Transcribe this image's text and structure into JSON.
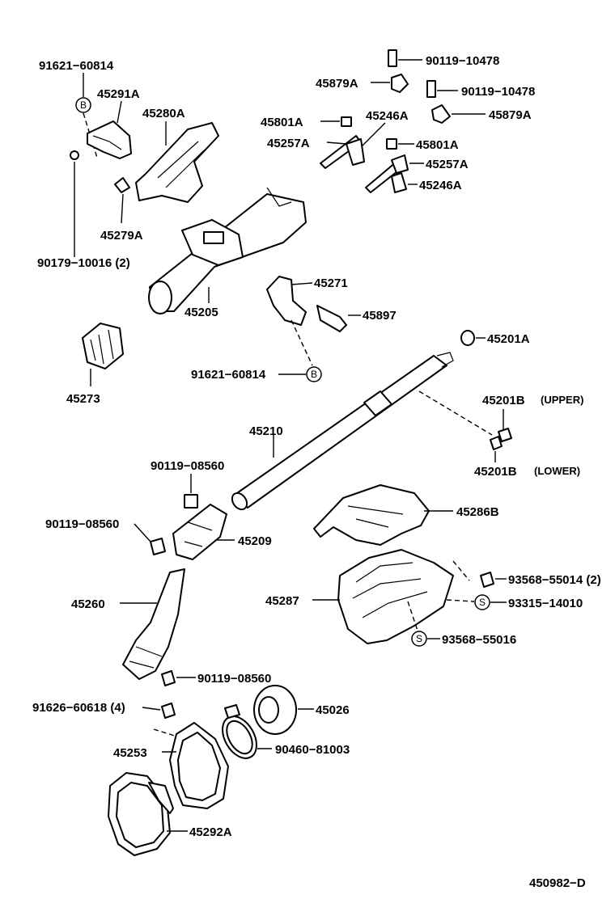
{
  "labels": {
    "l_91621_60814_top": "91621−60814",
    "l_45291A": "45291A",
    "l_45280A": "45280A",
    "l_45279A": "45279A",
    "l_90179_10016": "90179−10016 (2)",
    "l_90119_10478_a": "90119−10478",
    "l_45879A_a": "45879A",
    "l_90119_10478_b": "90119−10478",
    "l_45879A_b": "45879A",
    "l_45801A_a": "45801A",
    "l_45246A_a": "45246A",
    "l_45257A_a": "45257A",
    "l_45801A_b": "45801A",
    "l_45257A_b": "45257A",
    "l_45246A_b": "45246A",
    "l_45271": "45271",
    "l_45897": "45897",
    "l_45205": "45205",
    "l_45273": "45273",
    "l_91621_60814_mid": "91621−60814",
    "l_45201A": "45201A",
    "l_45201B_upper": "45201B",
    "l_upper": "(UPPER)",
    "l_45201B_lower": "45201B",
    "l_lower": "(LOWER)",
    "l_45210": "45210",
    "l_90119_08560_a": "90119−08560",
    "l_90119_08560_b": "90119−08560",
    "l_45209": "45209",
    "l_45286B": "45286B",
    "l_93568_55014": "93568−55014 (2)",
    "l_45287": "45287",
    "l_93315_14010": "93315−14010",
    "l_93568_55016": "93568−55016",
    "l_45260": "45260",
    "l_90119_08560_c": "90119−08560",
    "l_91626_60618": "91626−60618 (4)",
    "l_45026": "45026",
    "l_45253": "45253",
    "l_90460_81003": "90460−81003",
    "l_45292A": "45292A",
    "l_diagram_id": "450982−D"
  },
  "markers": {
    "b_top": "B",
    "b_mid": "B",
    "s_a": "S",
    "s_b": "S"
  }
}
